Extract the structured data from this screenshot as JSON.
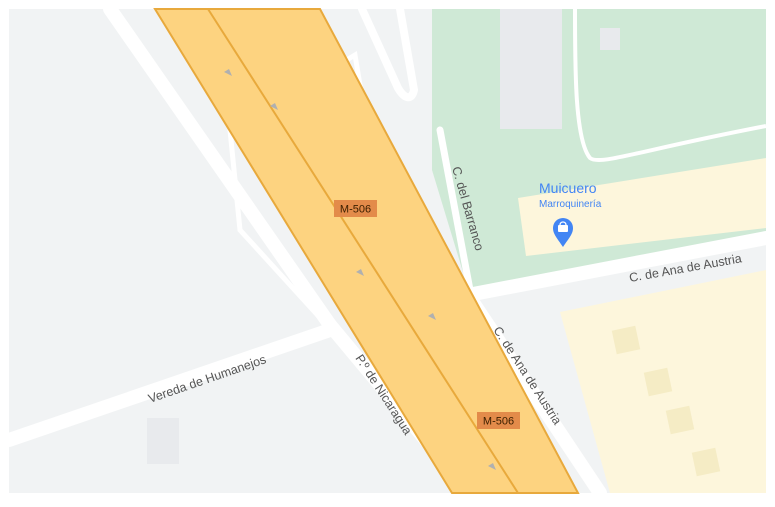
{
  "map": {
    "highway": {
      "ref": "M-506"
    },
    "streets": {
      "vereda_de_humanejos": "Vereda de Humanejos",
      "p_de_nicaragua": "P.º de Nicaragua",
      "c_del_barranco": "C. del Barranco",
      "c_de_ana_de_austria_horizontal": "C. de Ana de Austria",
      "c_de_ana_de_austria_diagonal": "C. de Ana de Austria"
    },
    "poi": {
      "name": "Muicuero",
      "category": "Marroquinería",
      "icon": "shopping-bag-icon"
    },
    "colors": {
      "land": "#f1f3f4",
      "park": "#cfe9d6",
      "building": "#fdf6dc",
      "highway_fill": "#fdd380",
      "highway_edge": "#e8a93c",
      "shield": "#e38b4a",
      "road": "#ffffff",
      "poi_text": "#4285f4",
      "street_text": "#555555"
    }
  }
}
